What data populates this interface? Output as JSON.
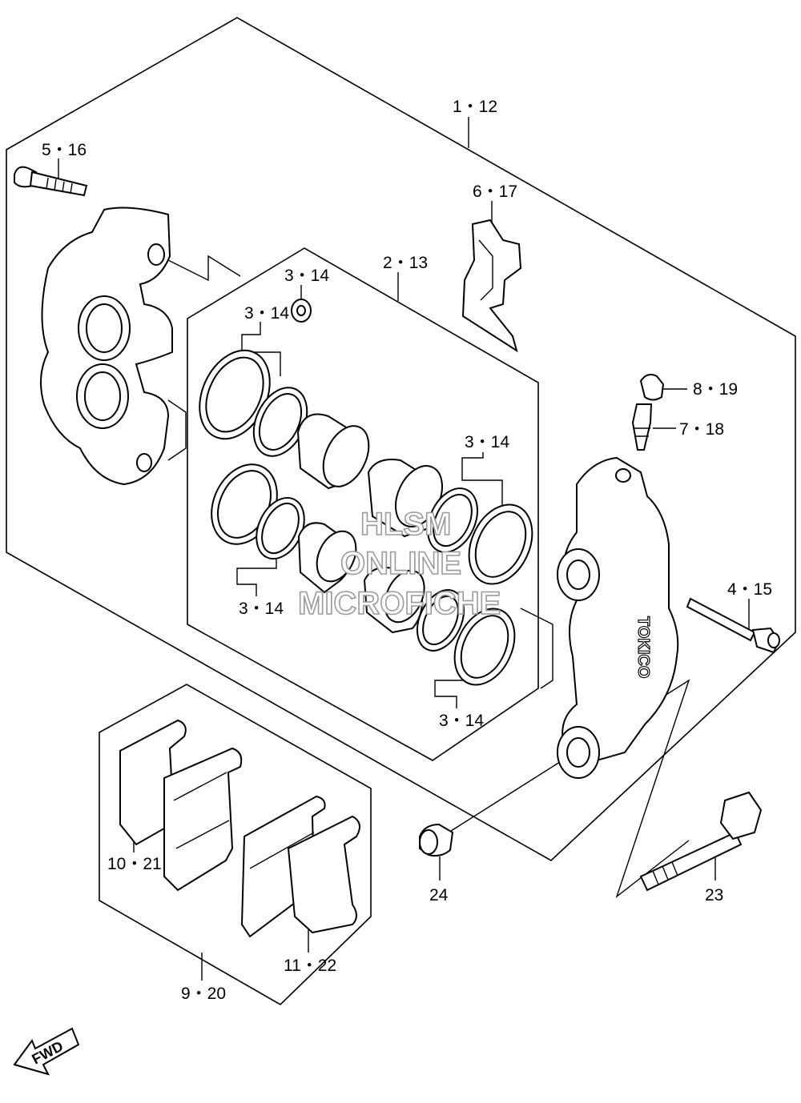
{
  "labels": {
    "l1_12": "1・12",
    "l5_16": "5・16",
    "l6_17": "6・17",
    "l2_13": "2・13",
    "l3_14_a": "3・14",
    "l3_14_b": "3・14",
    "l3_14_c": "3・14",
    "l3_14_d": "3・14",
    "l3_14_e": "3・14",
    "l8_19": "8・19",
    "l7_18": "7・18",
    "l4_15": "4・15",
    "l10_21": "10・21",
    "l11_22": "11・22",
    "l9_20": "9・20",
    "l24": "24",
    "l23": "23"
  },
  "watermark": {
    "line1": "HLSM",
    "line2": "ONLINE",
    "line3": "MICROFICHE"
  },
  "fwd_arrow": {
    "text": "FWD"
  },
  "caliper_brand": "TOKICO"
}
